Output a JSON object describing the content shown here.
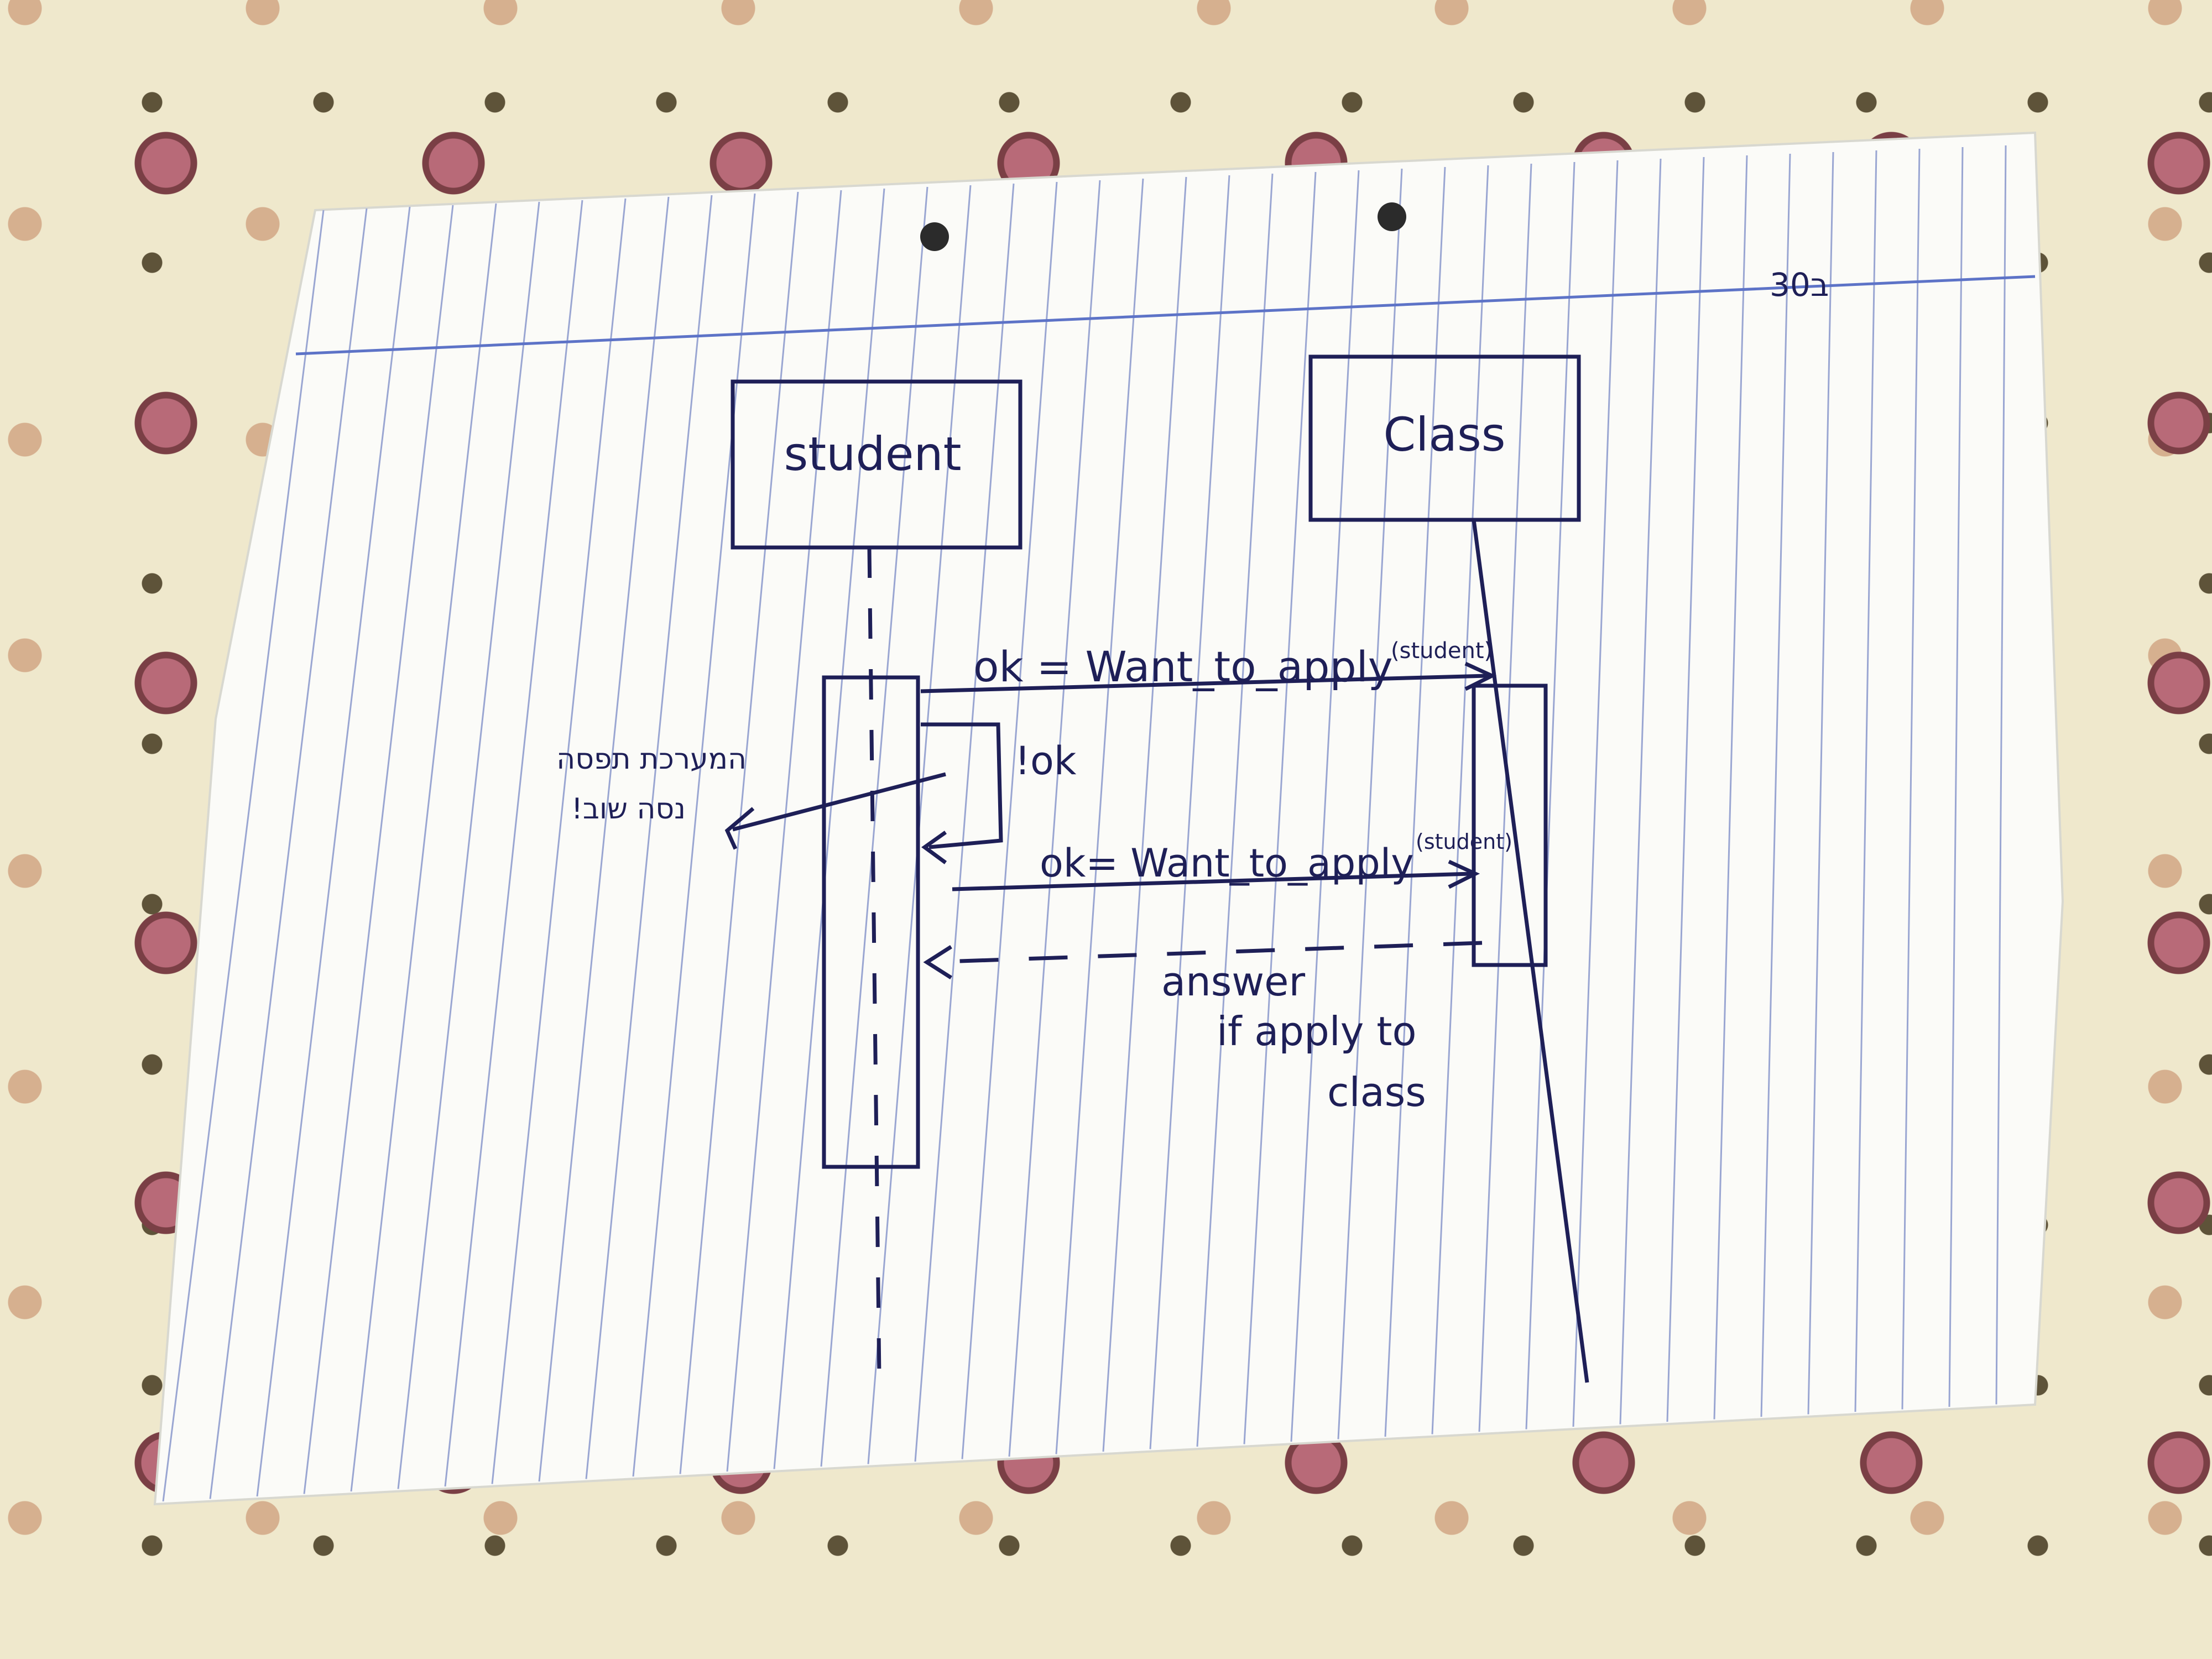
{
  "diagram": {
    "page_mark": "30ב",
    "participants": [
      {
        "id": "student",
        "label": "student"
      },
      {
        "id": "class",
        "label": "Class"
      }
    ],
    "messages": [
      {
        "label": "ok = Want_to_apply",
        "arg": "(student)",
        "from": "student",
        "to": "class",
        "style": "solid"
      },
      {
        "label": "!ok",
        "from": "student",
        "to": "student",
        "style": "self"
      },
      {
        "label": "ok= Want_to_apply",
        "arg": "(student)",
        "from": "student",
        "to": "class",
        "style": "solid"
      },
      {
        "label": "answer",
        "from": "class",
        "to": "student",
        "style": "dashed"
      }
    ],
    "reply_note": [
      "answer",
      "if apply to",
      "class"
    ],
    "side_note": [
      "המערכת תפסה",
      "!נסה שוב"
    ]
  },
  "colors": {
    "ink": "#1e1f57",
    "paper": "#fbfbf8",
    "ruled_line": "#7d8fc4",
    "tablecloth": "#efe8cc",
    "flower": "#b86a78"
  }
}
